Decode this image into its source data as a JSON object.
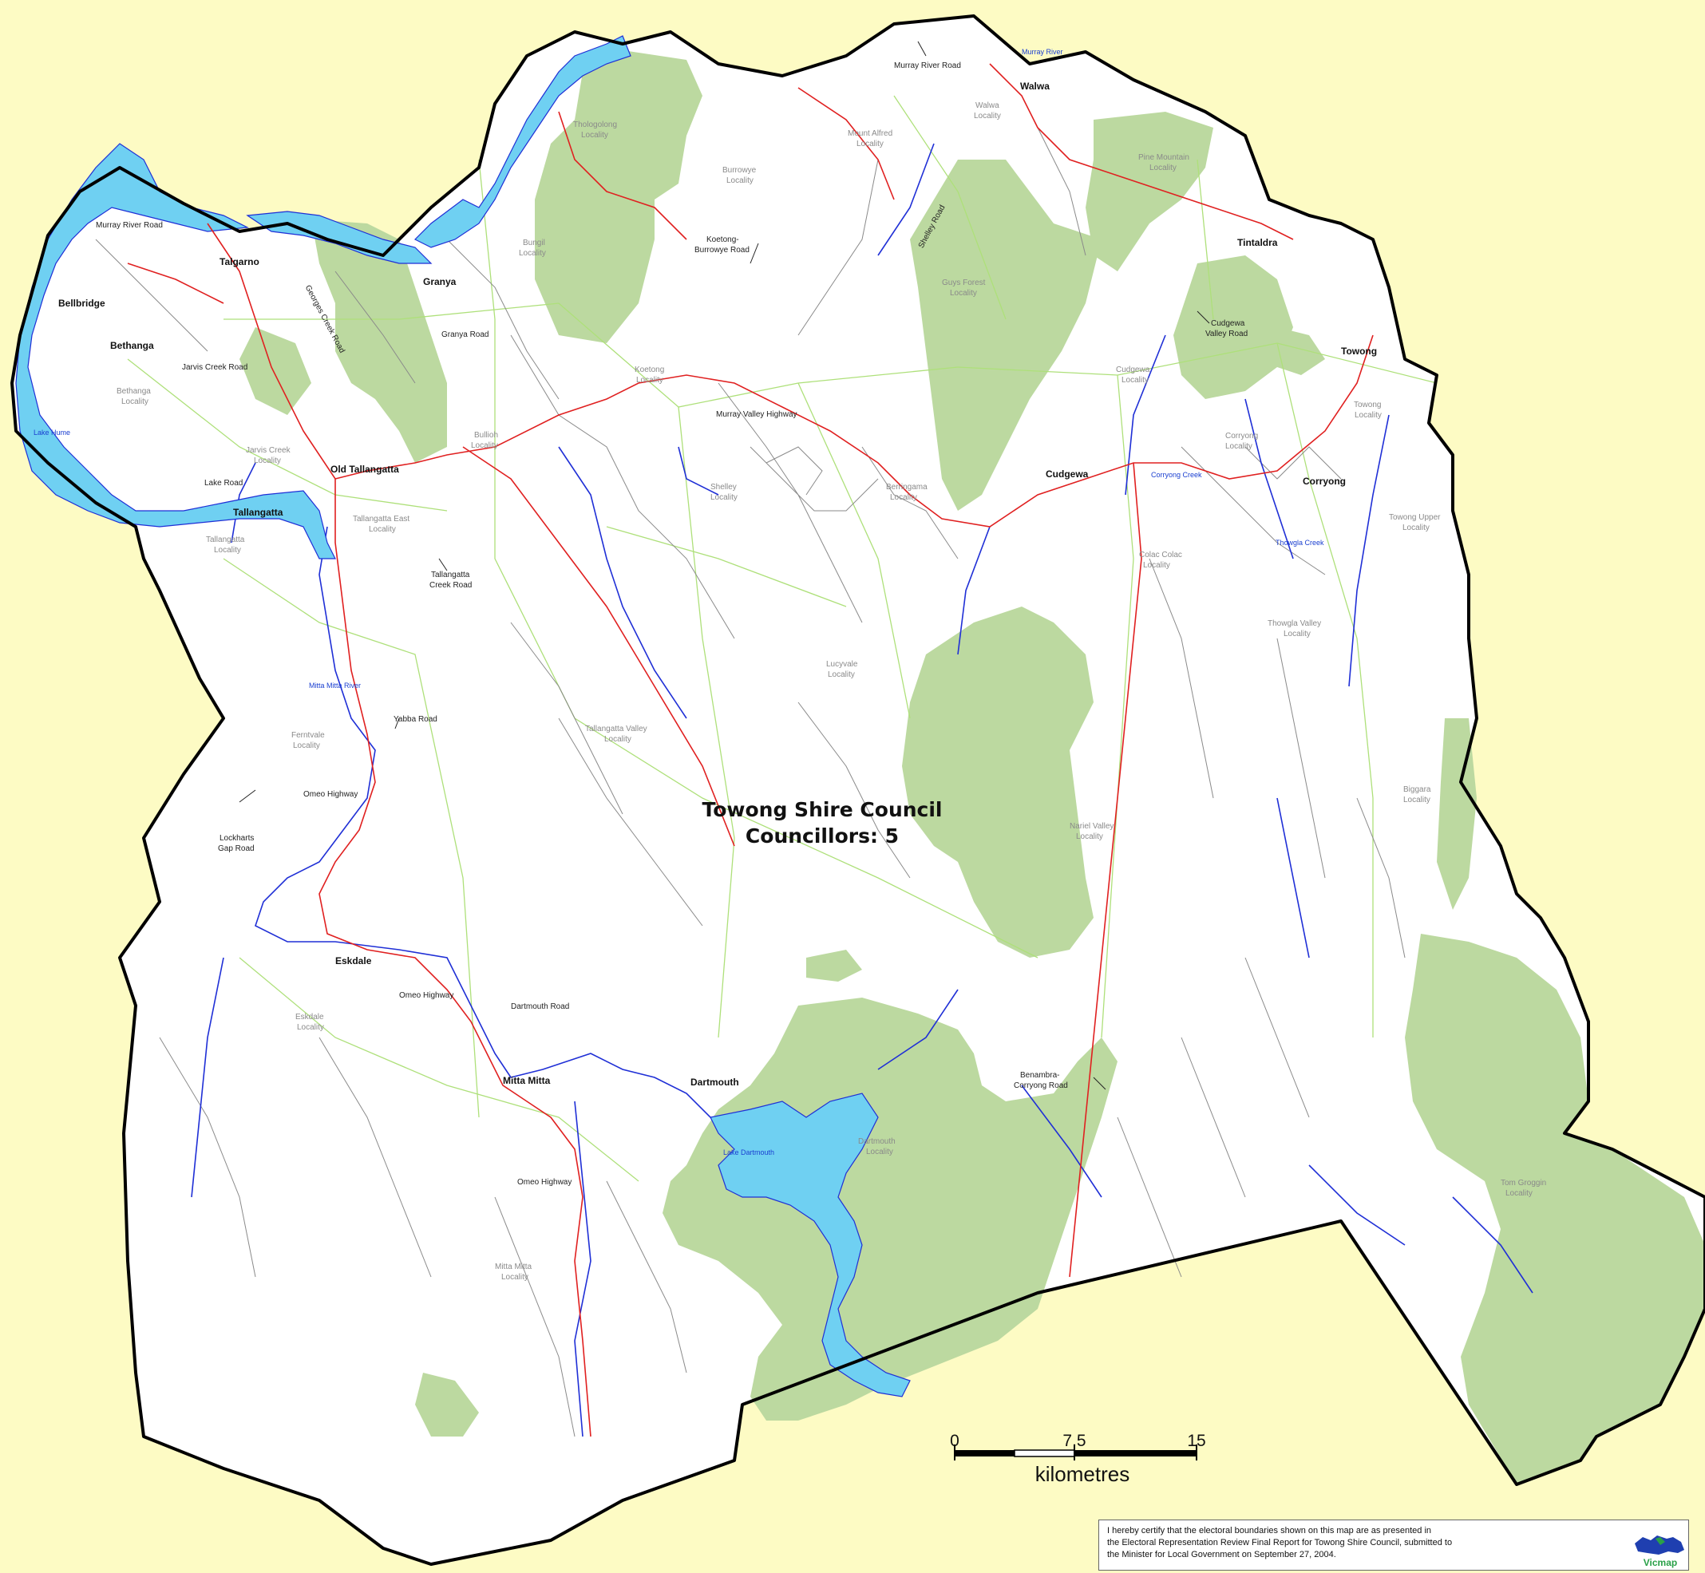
{
  "map": {
    "title_line1": "Towong Shire Council",
    "title_line2": "Councillors: 5",
    "towns": [
      "Walwa",
      "Tintaldra",
      "Towong",
      "Corryong",
      "Cudgewa",
      "Granya",
      "Talgarno",
      "Bellbridge",
      "Bethanga",
      "Old Tallangatta",
      "Tallangatta",
      "Eskdale",
      "Mitta Mitta",
      "Dartmouth"
    ],
    "roads": [
      "Murray River Road",
      "Murray River Road",
      "Shelley Road",
      "Koetong-",
      "Burrowye Road",
      "Georges Creek Road",
      "Granya Road",
      "Jarvis Creek Road",
      "Lake Road",
      "Murray Valley Highway",
      "Tallangatta",
      "Creek Road",
      "Yabba Road",
      "Omeo Highway",
      "Lockharts",
      "Gap Road",
      "Omeo Highway",
      "Dartmouth Road",
      "Omeo Highway",
      "Benambra-",
      "Corryong Road",
      "Cudgewa",
      "Valley Road"
    ],
    "localities": [
      "Thologolong",
      "Locality",
      "Mount Alfred",
      "Locality",
      "Walwa",
      "Locality",
      "Burrowye",
      "Locality",
      "Pine Mountain",
      "Locality",
      "Bungil",
      "Locality",
      "Guys Forest",
      "Locality",
      "Koetong",
      "Locality",
      "Cudgewa",
      "Locality",
      "Bethanga",
      "Locality",
      "Bullioh",
      "Locality",
      "Towong",
      "Locality",
      "Jarvis Creek",
      "Locality",
      "Corryong",
      "Locality",
      "Shelley",
      "Locality",
      "Berringama",
      "Locality",
      "Tallangatta East",
      "Locality",
      "Tallangatta",
      "Locality",
      "Colac Colac",
      "Locality",
      "Towong Upper",
      "Locality",
      "Thowgla Valley",
      "Locality",
      "Lucyvale",
      "Locality",
      "Tallangatta Valley",
      "Locality",
      "Ferntvale",
      "Locality",
      "Nariel Valley",
      "Locality",
      "Biggara",
      "Locality",
      "Eskdale",
      "Locality",
      "Dartmouth",
      "Locality",
      "Mitta Mitta",
      "Locality",
      "Tom Groggin",
      "Locality"
    ],
    "water_labels": [
      "Murray River",
      "Lake Hume",
      "Corryong Creek",
      "Thowgla Creek",
      "Mitta Mitta River",
      "Lake Dartmouth"
    ]
  },
  "scale_bar": {
    "tick_0": "0",
    "tick_mid": "7.5",
    "tick_max": "15",
    "unit": "kilometres"
  },
  "certification": {
    "line1": "I hereby certify that the electoral boundaries shown on this map are as presented in",
    "line2": "the Electoral Representation Review Final Report for Towong Shire Council, submitted to",
    "line3": "the Minister for Local Government on September 27, 2004."
  },
  "logo": {
    "text": "Vicmap"
  },
  "colors": {
    "background": "#fdfbc4",
    "shire": "#ffffff",
    "park": "#bcd9a0",
    "water": "#6fd0f2",
    "river": "#1f2fd6",
    "highway": "#e02020",
    "road": "#8a8a8a",
    "locality_boundary": "#aee07a",
    "boundary": "#000000"
  }
}
